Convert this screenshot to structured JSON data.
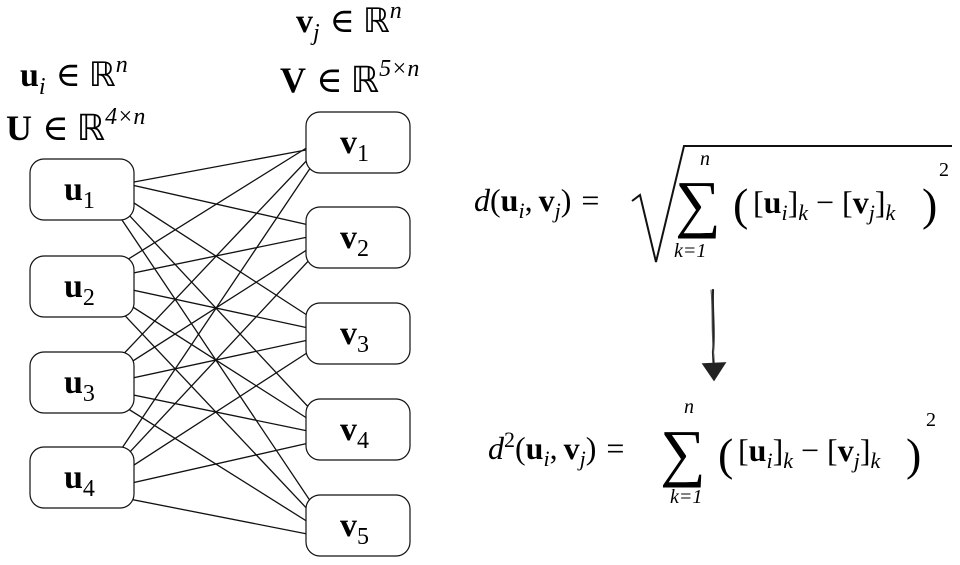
{
  "left_header": {
    "vector_symbol": "u",
    "vector_index": "i",
    "element_of": "∈",
    "space": "ℝ",
    "vector_dim": "n",
    "matrix_symbol": "U",
    "matrix_dim": "4×n"
  },
  "right_header": {
    "vector_symbol": "v",
    "vector_index": "j",
    "element_of": "∈",
    "space": "ℝ",
    "vector_dim": "n",
    "matrix_symbol": "V",
    "matrix_dim": "5×n"
  },
  "u_nodes": [
    {
      "symbol": "u",
      "index": "1"
    },
    {
      "symbol": "u",
      "index": "2"
    },
    {
      "symbol": "u",
      "index": "3"
    },
    {
      "symbol": "u",
      "index": "4"
    }
  ],
  "v_nodes": [
    {
      "symbol": "v",
      "index": "1"
    },
    {
      "symbol": "v",
      "index": "2"
    },
    {
      "symbol": "v",
      "index": "3"
    },
    {
      "symbol": "v",
      "index": "4"
    },
    {
      "symbol": "v",
      "index": "5"
    }
  ],
  "formula_distance": {
    "func": "d",
    "open": "(",
    "u": "u",
    "u_index": "i",
    "comma": ",",
    "v": "v",
    "v_index": "j",
    "close": ")",
    "equals": "=",
    "sum_top": "n",
    "sum_bottom": "k=1",
    "lparen": "(",
    "lb": "[",
    "rb": "]",
    "k": "k",
    "minus": "−",
    "rparen": ")",
    "power": "2"
  },
  "formula_squared": {
    "func": "d",
    "func_power": "2",
    "open": "(",
    "u": "u",
    "u_index": "i",
    "comma": ",",
    "v": "v",
    "v_index": "j",
    "close": ")",
    "equals": "=",
    "sum_top": "n",
    "sum_bottom": "k=1",
    "lparen": "(",
    "lb": "[",
    "rb": "]",
    "k": "k",
    "minus": "−",
    "rparen": ")",
    "power": "2"
  },
  "colors": {
    "stroke": "#111111",
    "box_fill": "#ffffff",
    "background": "#ffffff"
  }
}
